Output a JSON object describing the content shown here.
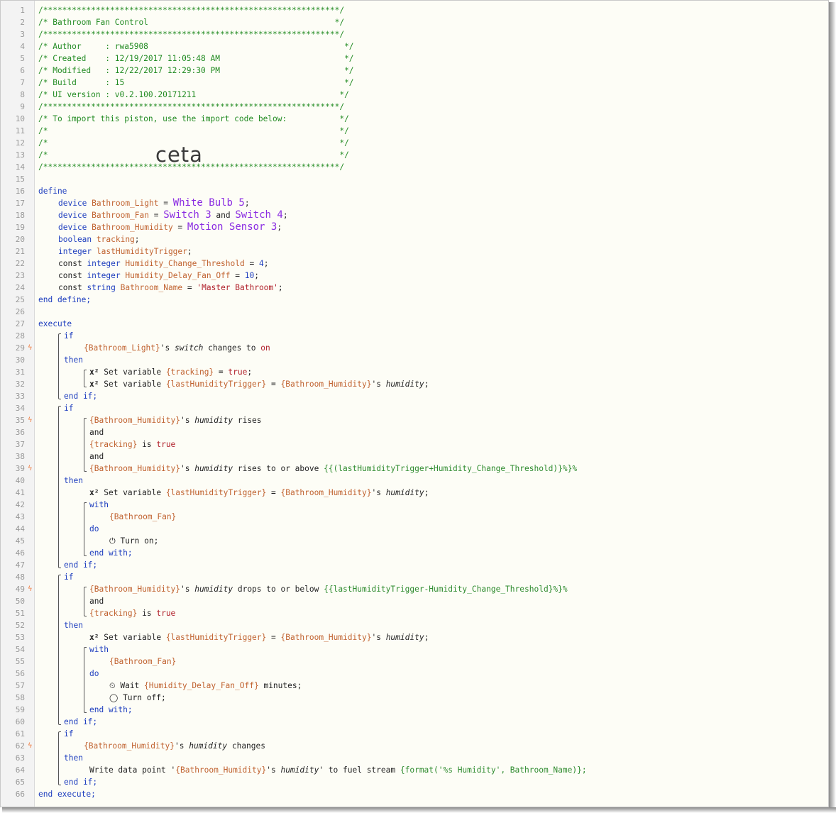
{
  "editor": {
    "watermark": "ceta",
    "line_numbers": [
      "1",
      "2",
      "3",
      "4",
      "5",
      "6",
      "7",
      "8",
      "9",
      "10",
      "11",
      "12",
      "13",
      "14",
      "15",
      "16",
      "17",
      "18",
      "19",
      "20",
      "21",
      "22",
      "23",
      "24",
      "25",
      "26",
      "27",
      "28",
      "29",
      "30",
      "31",
      "32",
      "33",
      "34",
      "35",
      "36",
      "37",
      "38",
      "39",
      "40",
      "41",
      "42",
      "43",
      "44",
      "45",
      "46",
      "47",
      "48",
      "49",
      "50",
      "51",
      "52",
      "53",
      "54",
      "55",
      "56",
      "57",
      "58",
      "59",
      "60",
      "61",
      "62",
      "63",
      "64",
      "65",
      "66"
    ],
    "trigger_icon": "bolt-icon",
    "header": {
      "border": "/**************************************************************/",
      "title": "/* Bathroom Fan Control                                       */",
      "author": "/* Author     : rwa5908                                         */",
      "created": "/* Created    : 12/19/2017 11:05:48 AM                          */",
      "modified": "/* Modified   : 12/22/2017 12:29:30 PM                          */",
      "build": "/* Build      : 15                                              */",
      "ui_version": "/* UI version : v0.2.100.20171211                              */",
      "import_note": "/* To import this piston, use the import code below:           */",
      "blank": "/*                                                             */"
    },
    "code": {
      "define": "define",
      "end_define": "end define;",
      "execute": "execute",
      "end_execute": "end execute;",
      "if": "if",
      "then": "then",
      "and": "and",
      "with": "with",
      "do": "do",
      "end_if": "end if;",
      "end_with": "end with;",
      "device": "device",
      "boolean": "boolean",
      "integer": "integer",
      "const": "const",
      "string": "string",
      "var_bathroom_light": "Bathroom_Light",
      "var_bathroom_fan": "Bathroom_Fan",
      "var_bathroom_humidity": "Bathroom_Humidity",
      "var_tracking": "tracking",
      "var_last_trigger": "lastHumidityTrigger",
      "var_threshold": "Humidity_Change_Threshold",
      "var_delay": "Humidity_Delay_Fan_Off",
      "var_name": "Bathroom_Name",
      "dev_white_bulb": "White Bulb 5",
      "dev_switch3": "Switch 3",
      "dev_switch4": "Switch 4",
      "dev_motion": "Motion Sensor 3",
      "num_threshold": "4",
      "num_delay": "10",
      "str_name": "'Master Bathroom'",
      "ref_light": "{Bathroom_Light}",
      "ref_fan": "{Bathroom_Fan}",
      "ref_humidity": "{Bathroom_Humidity}",
      "ref_tracking": "{tracking}",
      "ref_last_trigger": "{lastHumidityTrigger}",
      "ref_delay": "{Humidity_Delay_Fan_Off}",
      "attr_switch": "switch",
      "attr_humidity": "humidity",
      "txt_changes_to": "changes to",
      "val_on": "on",
      "val_true": "true",
      "txt_rises": "rises",
      "txt_is": "is",
      "txt_rises_above": "rises to or above",
      "expr_above": "{{(lastHumidityTrigger+Humidity_Change_Threshold)}%}%",
      "txt_drops_below": "drops to or below",
      "expr_below": "{{lastHumidityTrigger-Humidity_Change_Threshold}%}%",
      "txt_changes": "changes",
      "set_variable": "Set variable",
      "x2": "x²",
      "turn_on": "Turn on;",
      "turn_off": "Turn off;",
      "wait": "Wait",
      "minutes": "minutes;",
      "write_data": "Write data point '",
      "to_fuel": "' to fuel stream",
      "fuel_expr": "{format('%s Humidity', Bathroom_Name)};"
    },
    "icons": {
      "power": "power-icon",
      "clock": "clock-icon",
      "circle": "circle-icon",
      "variable": "variable-icon"
    }
  }
}
